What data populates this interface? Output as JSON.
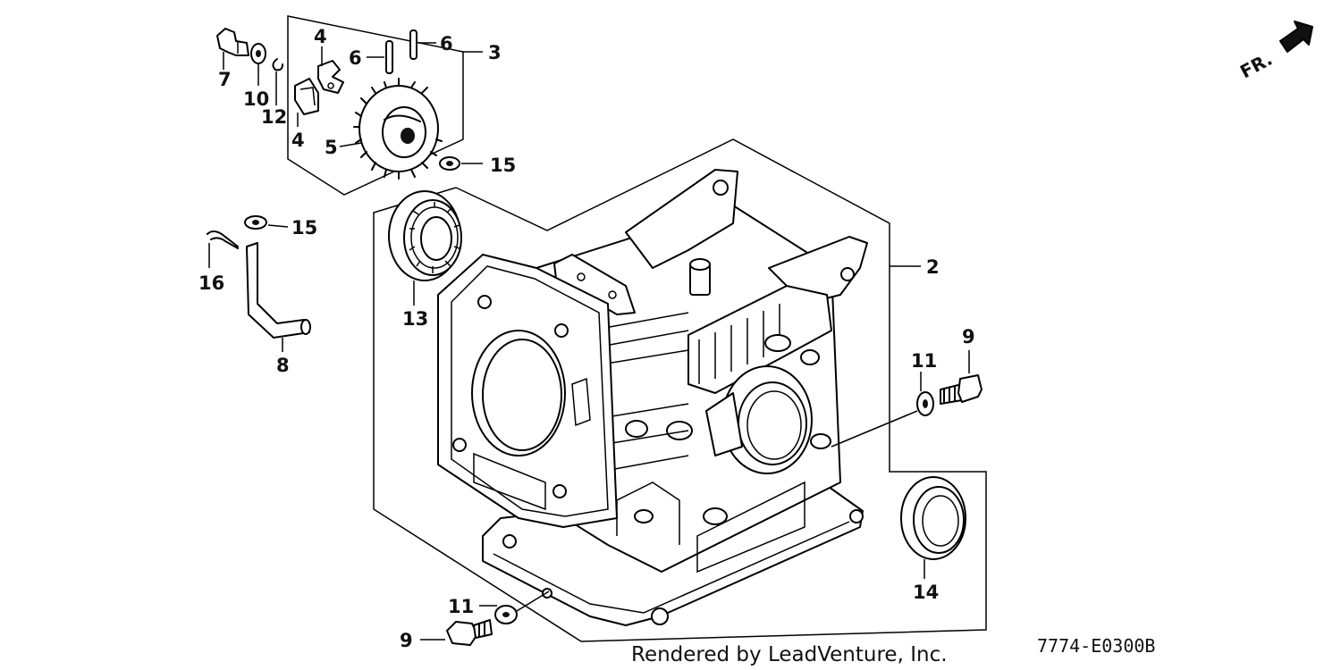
{
  "diagram": {
    "callouts": [
      "2",
      "3",
      "4",
      "4",
      "5",
      "6",
      "6",
      "7",
      "8",
      "9",
      "9",
      "10",
      "11",
      "11",
      "12",
      "13",
      "14",
      "15",
      "15",
      "16"
    ],
    "front_marker": "FR.",
    "drawing_code": "7774-E0300B",
    "credit": "Rendered by LeadVenture, Inc."
  }
}
